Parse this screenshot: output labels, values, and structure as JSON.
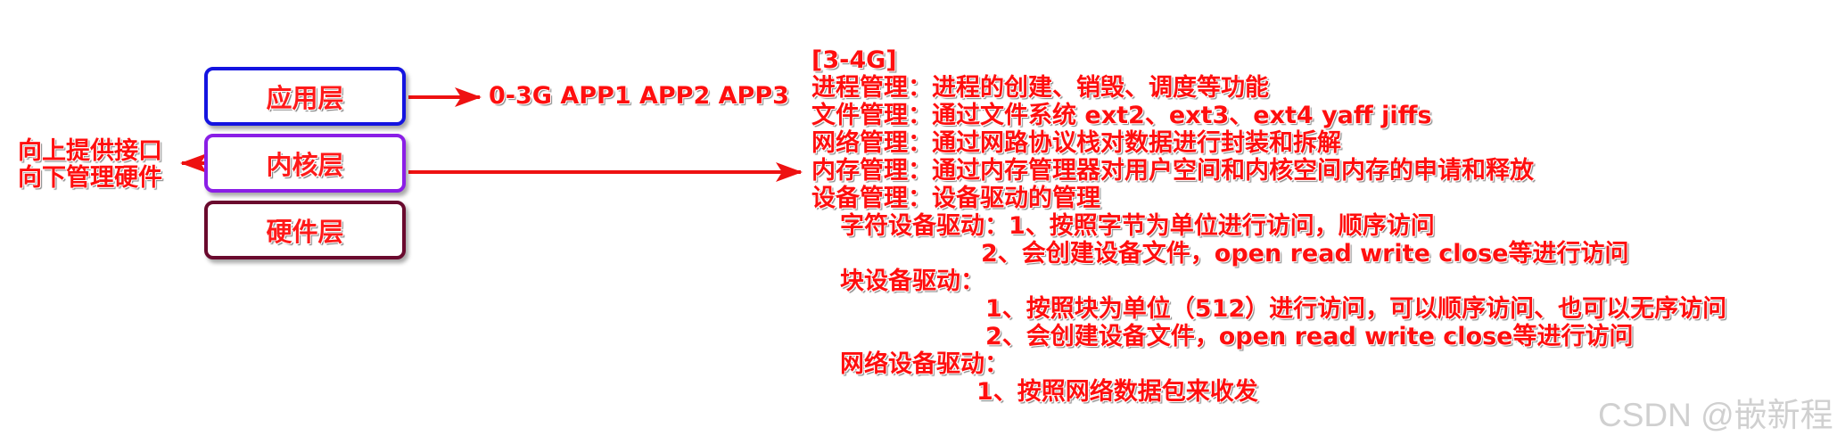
{
  "layers": {
    "app": "应用层",
    "kernel": "内核层",
    "hardware": "硬件层"
  },
  "app_range": "0-3G  APP1 APP2 APP3",
  "left_note": {
    "line1": "向上提供接口",
    "line2": "向下管理硬件"
  },
  "kernel_desc": [
    "[3-4G]",
    "进程管理：进程的创建、销毁、调度等功能",
    "文件管理：通过文件系统 ext2、ext3、ext4  yaff jiffs",
    "网络管理：通过网路协议栈对数据进行封装和拆解",
    "内存管理：通过内存管理器对用户空间和内核空间内存的申请和释放",
    "设备管理：设备驱动的管理",
    "字符设备驱动：1、按照字节为单位进行访问，顺序访问",
    "2、会创建设备文件，open read write close等进行访问",
    "块设备驱动：",
    "1、按照块为单位（512）进行访问，可以顺序访问、也可以无序访问",
    "2、会创建设备文件，open read write close等进行访问",
    "网络设备驱动：",
    "1、按照网络数据包来收发"
  ],
  "watermark": "CSDN @嵌新程",
  "colors": {
    "text_red": "#ff0f0f",
    "arrow_red": "#ee1111",
    "app_border": "#1414e0",
    "kernel_border": "#8a1ee6",
    "hardware_border": "#6a0a2e",
    "watermark": "#d0d0d0"
  }
}
